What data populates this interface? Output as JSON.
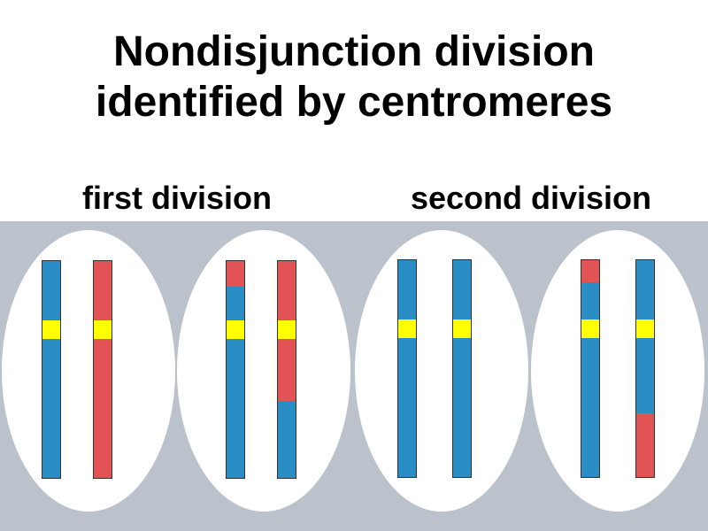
{
  "title": {
    "line1": "Nondisjunction division",
    "line2": "identified by centromeres"
  },
  "labels": {
    "first": "first division",
    "second": "second division"
  },
  "colors": {
    "blue": "#2a8dc4",
    "red": "#e25356",
    "centromere": "#ffff00",
    "band": "#bcc2cc",
    "cell": "#ffffff"
  },
  "cells": [
    {
      "chromosomes": [
        [
          [
            "blue",
            0.275
          ],
          [
            "centromere",
            0.085
          ],
          [
            "blue",
            0.64
          ]
        ],
        [
          [
            "red",
            0.275
          ],
          [
            "centromere",
            0.085
          ],
          [
            "red",
            0.64
          ]
        ]
      ]
    },
    {
      "chromosomes": [
        [
          [
            "red",
            0.12
          ],
          [
            "blue",
            0.155
          ],
          [
            "centromere",
            0.085
          ],
          [
            "blue",
            0.64
          ]
        ],
        [
          [
            "red",
            0.275
          ],
          [
            "centromere",
            0.085
          ],
          [
            "red",
            0.285
          ],
          [
            "blue",
            0.355
          ]
        ]
      ]
    },
    {
      "chromosomes": [
        [
          [
            "blue",
            0.275
          ],
          [
            "centromere",
            0.085
          ],
          [
            "blue",
            0.64
          ]
        ],
        [
          [
            "blue",
            0.275
          ],
          [
            "centromere",
            0.085
          ],
          [
            "blue",
            0.64
          ]
        ]
      ]
    },
    {
      "chromosomes": [
        [
          [
            "red",
            0.1
          ],
          [
            "blue",
            0.175
          ],
          [
            "centromere",
            0.085
          ],
          [
            "blue",
            0.64
          ]
        ],
        [
          [
            "blue",
            0.275
          ],
          [
            "centromere",
            0.085
          ],
          [
            "blue",
            0.345
          ],
          [
            "red",
            0.295
          ]
        ]
      ]
    }
  ]
}
